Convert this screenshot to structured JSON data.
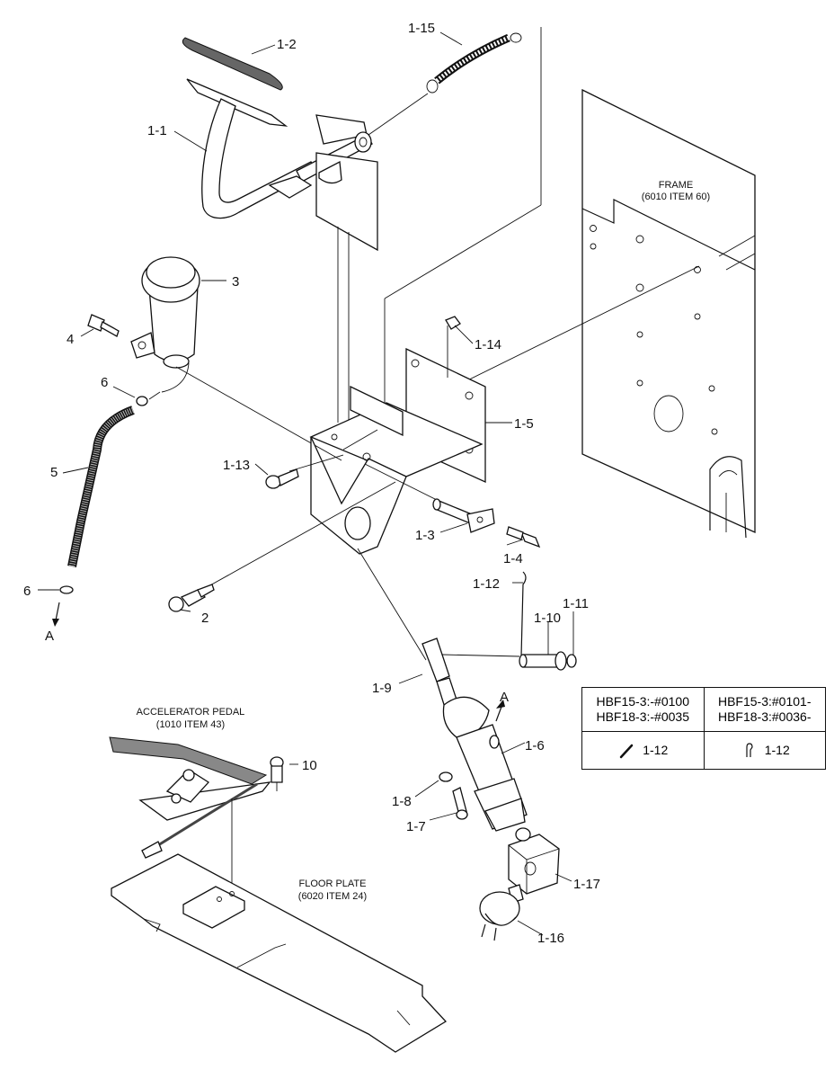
{
  "labels": {
    "l1_1": "1-1",
    "l1_2": "1-2",
    "l1_15": "1-15",
    "l3": "3",
    "l4": "4",
    "l1_14": "1-14",
    "l6a": "6",
    "l1_5": "1-5",
    "l5": "5",
    "l1_13": "1-13",
    "l1_3": "1-3",
    "l1_4": "1-4",
    "l6b": "6",
    "l1_12": "1-12",
    "l1_11": "1-11",
    "l2": "2",
    "l1_10": "1-10",
    "lA1": "A",
    "l1_9": "1-9",
    "lA2": "A",
    "l1_6": "1-6",
    "l10": "10",
    "l1_8": "1-8",
    "l1_7": "1-7",
    "l1_17": "1-17",
    "l1_16": "1-16"
  },
  "captions": {
    "frame_title": "FRAME",
    "frame_ref": "(6010 ITEM 60)",
    "accel_title": "ACCELERATOR PEDAL",
    "accel_ref": "(1010 ITEM 43)",
    "floor_title": "FLOOR PLATE",
    "floor_ref": "(6020 ITEM 24)"
  },
  "version_table": {
    "col1_line1": "HBF15-3:-#0100",
    "col1_line2": "HBF18-3:-#0035",
    "col2_line1": "HBF15-3:#0101-",
    "col2_line2": "HBF18-3:#0036-",
    "col1_part": "1-12",
    "col2_part": "1-12",
    "col1_symbol": "straight-pin-icon",
    "col2_symbol": "cotter-pin-icon"
  }
}
